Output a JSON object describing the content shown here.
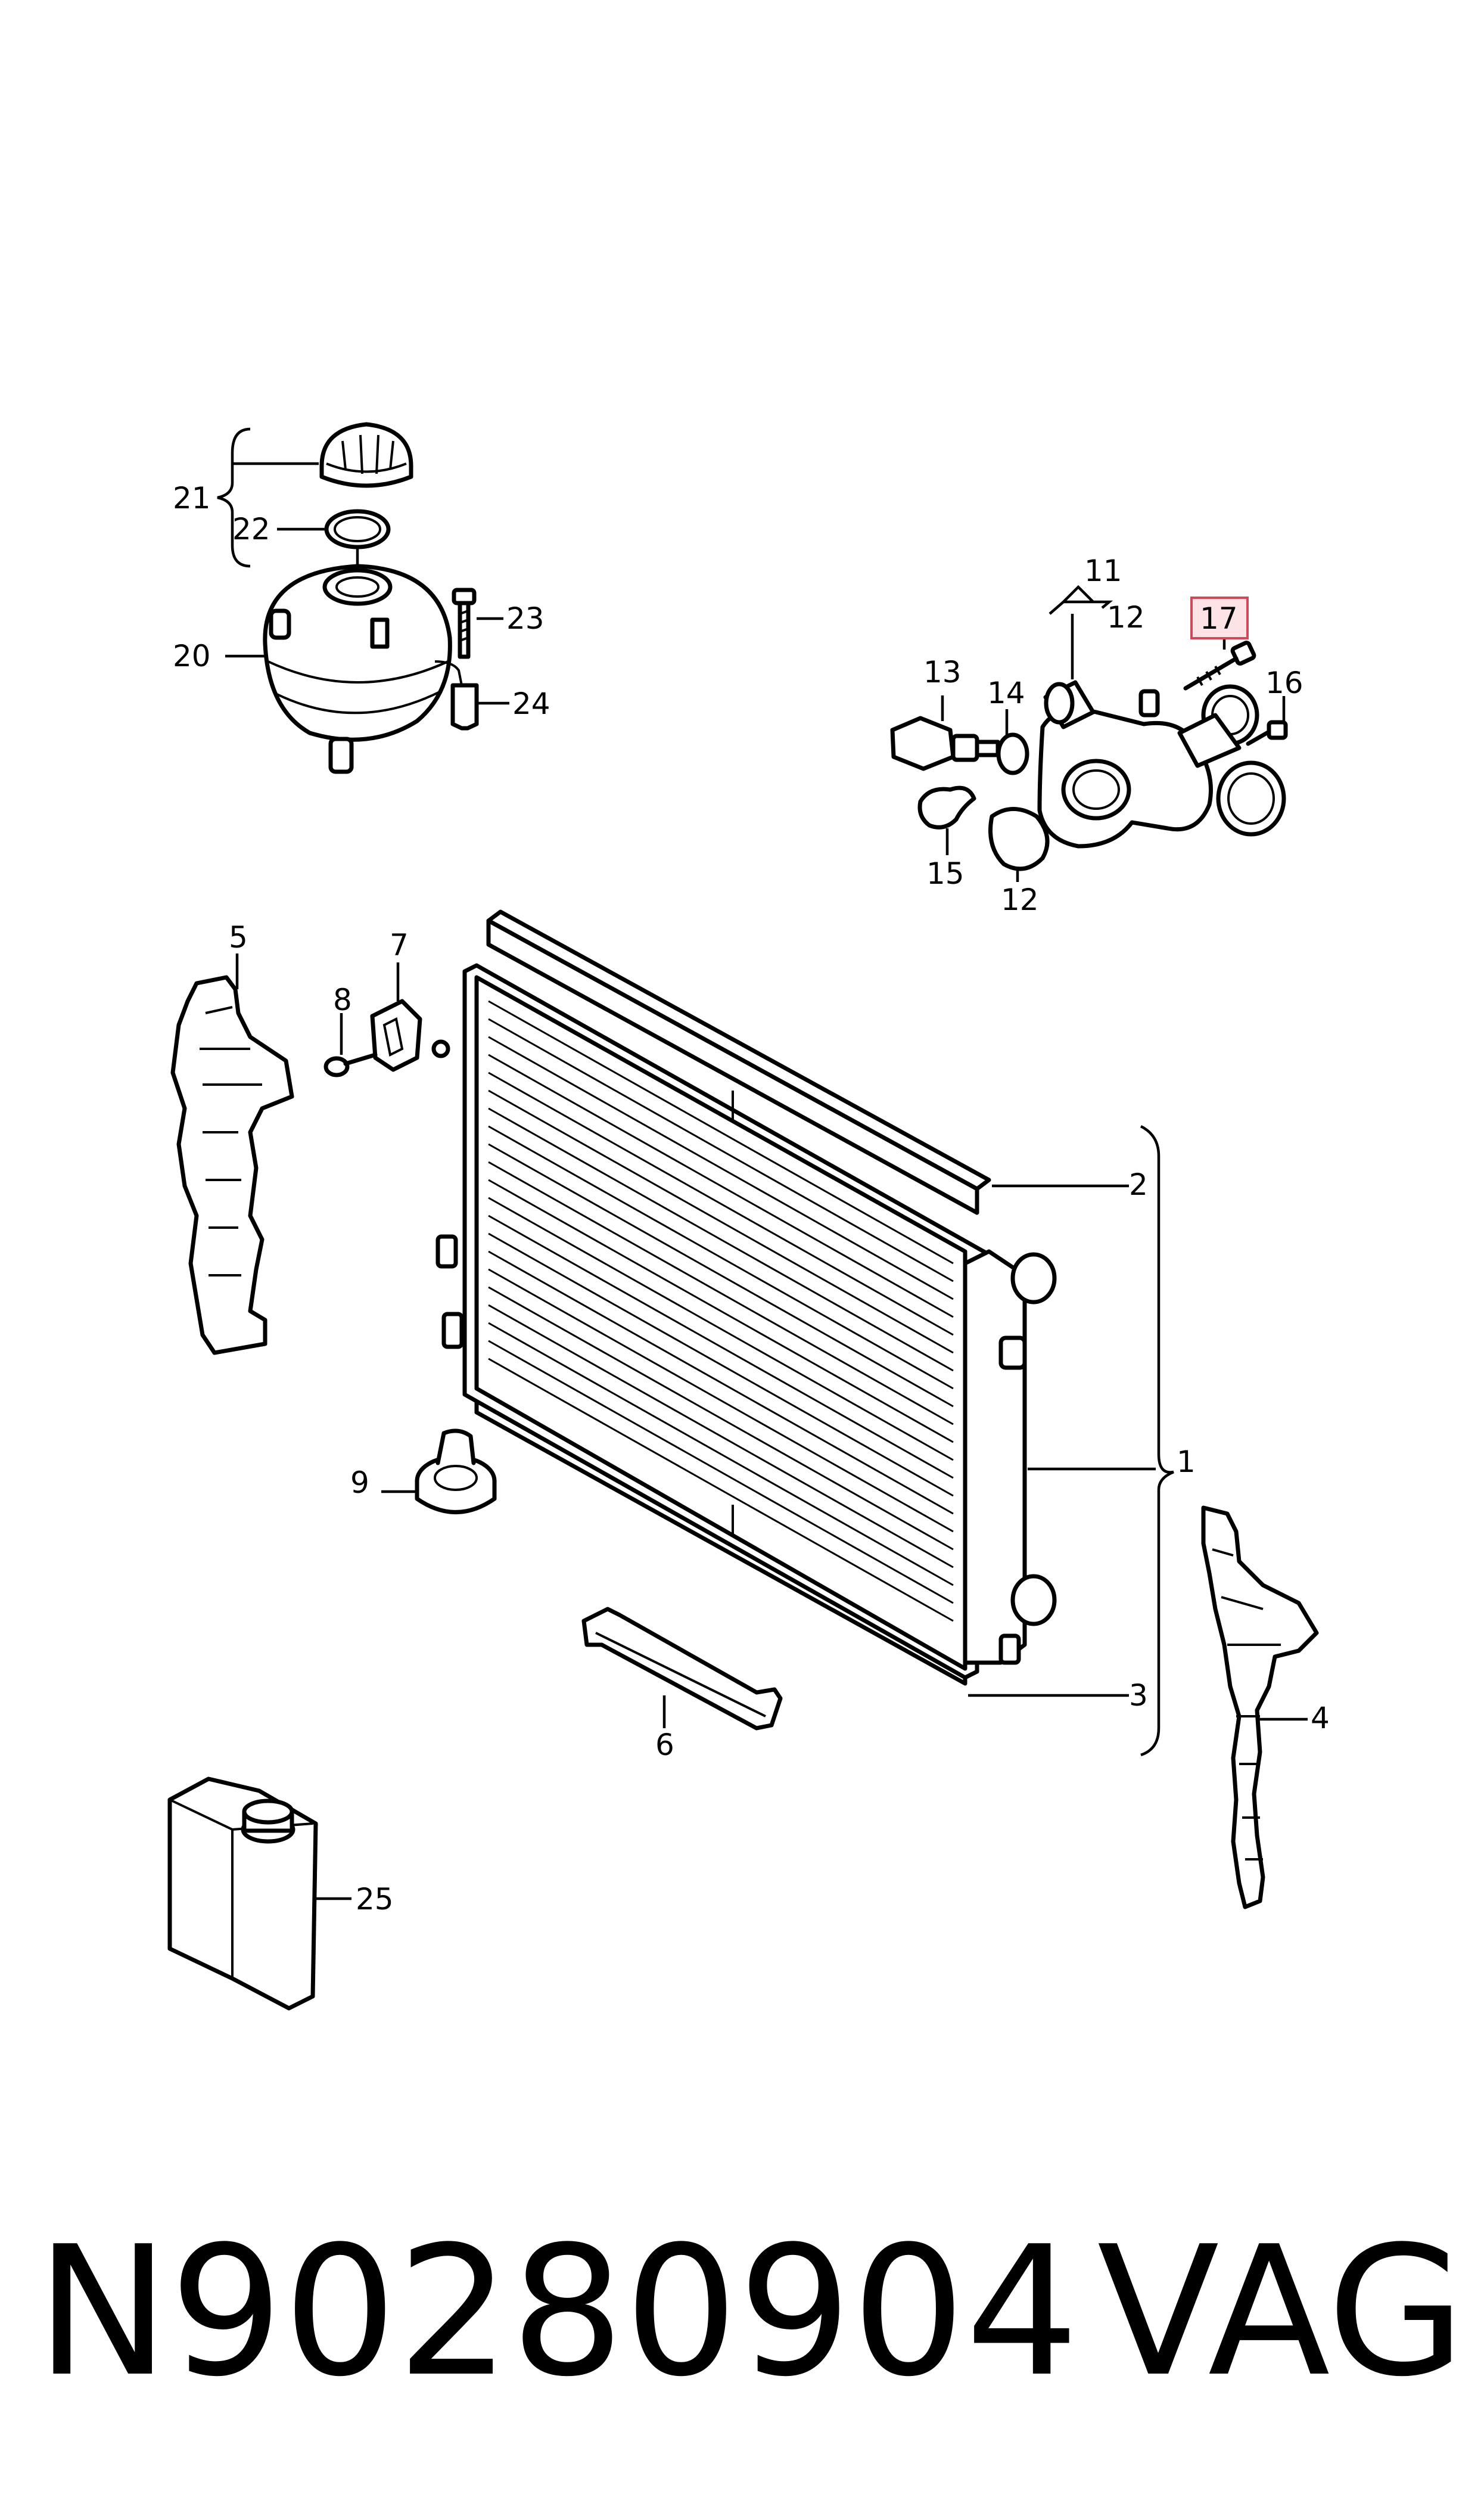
{
  "callouts": {
    "c1": "1",
    "c2": "2",
    "c3": "3",
    "c4": "4",
    "c5": "5",
    "c6": "6",
    "c7": "7",
    "c8": "8",
    "c9": "9",
    "c11": "11",
    "c12a": "12",
    "c12b": "12",
    "c13": "13",
    "c14": "14",
    "c15": "15",
    "c16": "16",
    "c17": "17",
    "c20": "20",
    "c21": "21",
    "c22": "22",
    "c23": "23",
    "c24": "24",
    "c25": "25"
  },
  "highlighted_callout": "17",
  "highlight_color": "#d0485a",
  "footer": {
    "part_number": "N90280904",
    "brand": "VAG"
  }
}
